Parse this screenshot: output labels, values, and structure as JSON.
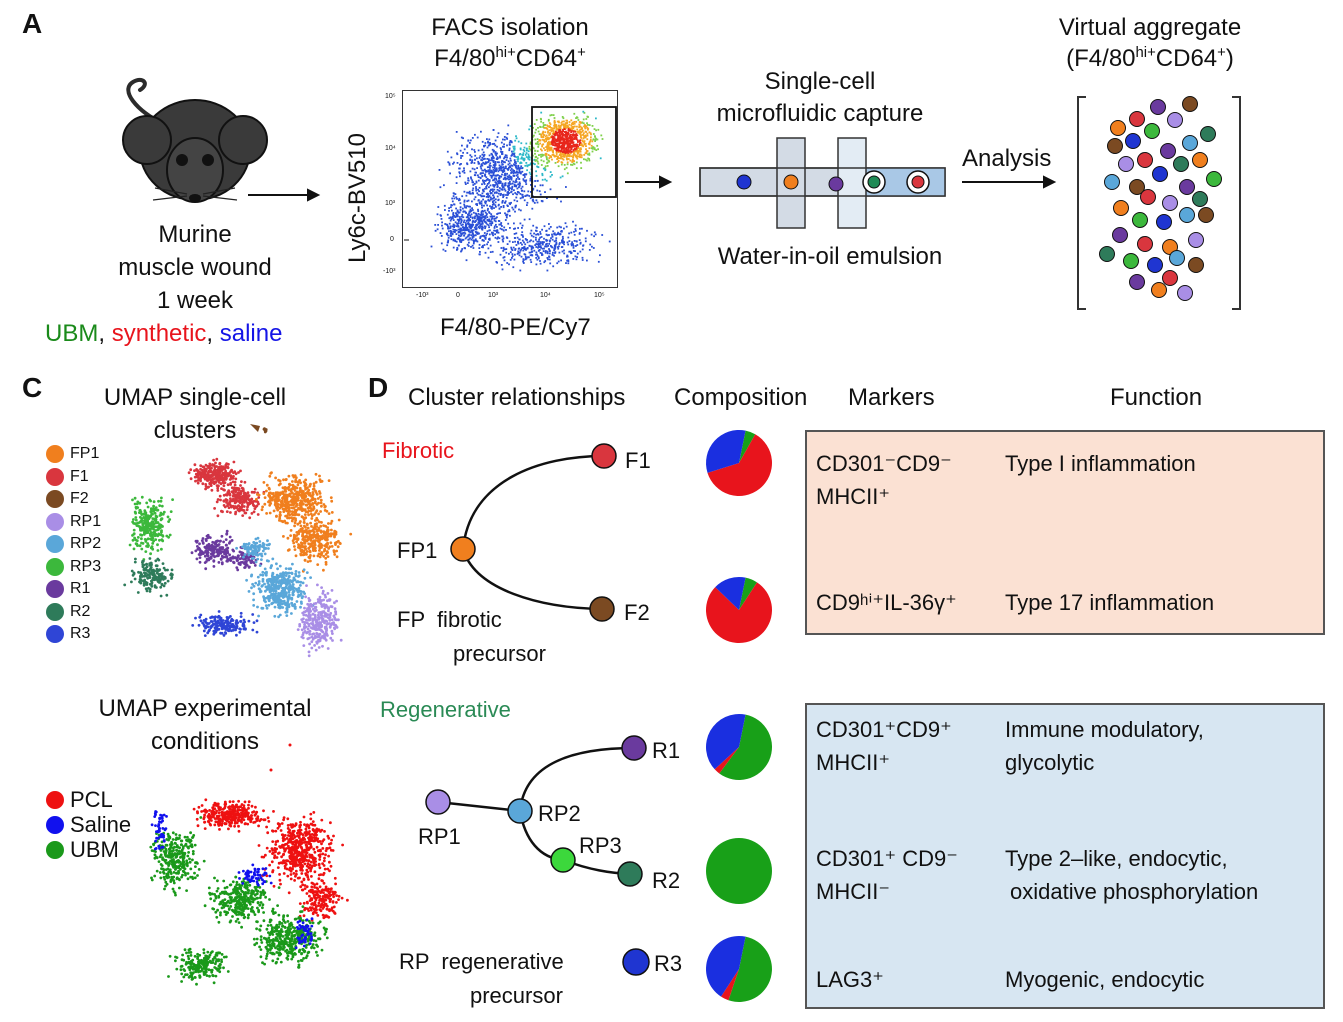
{
  "panel_a": {
    "letter": "A",
    "mouse_caption": [
      "Murine",
      "muscle wound",
      "1 week"
    ],
    "conditions": [
      {
        "label": "UBM",
        "color": "#1a8a1a"
      },
      {
        "label": "synthetic",
        "color": "#e8141c"
      },
      {
        "label": "saline",
        "color": "#1515e6"
      }
    ],
    "facs_title_1": "FACS isolation",
    "facs_title_2_pre": "F4/80",
    "facs_title_2_sup1": "hi+",
    "facs_title_2_mid": "CD64",
    "facs_title_2_sup2": "+",
    "facs_ylabel": "Ly6c-BV510",
    "facs_xlabel": "F4/80-PE/Cy7",
    "facs_yticks": [
      "10⁵",
      "10⁴",
      "10³",
      "0",
      "-10³"
    ],
    "facs_xticks": [
      "-10³",
      "0",
      "10³",
      "10⁴",
      "10⁵"
    ],
    "capture_title_1": "Single-cell",
    "capture_title_2": "microfluidic capture",
    "capture_caption": "Water-in-oil emulsion",
    "analysis_label": "Analysis",
    "aggregate_title_1": "Virtual aggregate",
    "aggregate_title_2_pre": "(F4/80",
    "aggregate_title_2_sup1": "hi+",
    "aggregate_title_2_mid": "CD64",
    "aggregate_title_2_sup2": "+",
    "aggregate_title_2_post": ")"
  },
  "panel_c": {
    "letter": "C",
    "umap1_title_1": "UMAP single-cell",
    "umap1_title_2": "clusters",
    "clusters": [
      {
        "label": "FP1",
        "color": "#f07f1e"
      },
      {
        "label": "F1",
        "color": "#d9363e"
      },
      {
        "label": "F2",
        "color": "#7b4a22"
      },
      {
        "label": "RP1",
        "color": "#a98ee6"
      },
      {
        "label": "RP2",
        "color": "#5aa7d9"
      },
      {
        "label": "RP3",
        "color": "#3cb83c"
      },
      {
        "label": "R1",
        "color": "#6a3a9e"
      },
      {
        "label": "R2",
        "color": "#2e7b5a"
      },
      {
        "label": "R3",
        "color": "#2f45d6"
      }
    ],
    "umap2_title_1": "UMAP experimental",
    "umap2_title_2": "conditions",
    "conditions": [
      {
        "label": "PCL",
        "color": "#ee1111"
      },
      {
        "label": "Saline",
        "color": "#1111ee"
      },
      {
        "label": "UBM",
        "color": "#1a991a"
      }
    ]
  },
  "panel_d": {
    "letter": "D",
    "col_headers": [
      "Cluster relationships",
      "Composition",
      "Markers",
      "Function"
    ],
    "fibrotic_label": "Fibrotic",
    "fibrotic_color": "#e8141c",
    "regenerative_label": "Regenerative",
    "regenerative_color": "#2a8a55",
    "fp_note_1": "FP  fibrotic",
    "fp_note_2": "precursor",
    "rp_note_1": "RP  regenerative",
    "rp_note_2": "precursor",
    "nodes": {
      "F1": "F1",
      "FP1": "FP1",
      "F2": "F2",
      "R1": "R1",
      "RP1": "RP1",
      "RP2": "RP2",
      "RP3": "RP3",
      "R2": "R2",
      "R3": "R3"
    },
    "compositions": [
      {
        "cluster": "F1",
        "red": 0.62,
        "blue": 0.33,
        "green": 0.05
      },
      {
        "cluster": "F2",
        "red": 0.78,
        "blue": 0.16,
        "green": 0.06
      },
      {
        "cluster": "R1",
        "red": 0.03,
        "blue": 0.4,
        "green": 0.57
      },
      {
        "cluster": "R2",
        "red": 0.0,
        "blue": 0.0,
        "green": 1.0
      },
      {
        "cluster": "R3",
        "red": 0.04,
        "blue": 0.44,
        "green": 0.52
      }
    ],
    "pie_colors": {
      "red": "#e8141c",
      "blue": "#1a2fe0",
      "green": "#18a018"
    },
    "fibrotic_box_color": "#fbe1d3",
    "regen_box_color": "#d7e6f2",
    "markers": {
      "f1_line1": "CD301⁻CD9⁻",
      "f1_line2": "MHCII⁺",
      "f2_line1": "CD9ʰⁱ⁺IL-36γ⁺",
      "r1_line1": "CD301⁺CD9⁺",
      "r1_line2": "MHCII⁺",
      "r2_line1": "CD301⁺ CD9⁻",
      "r2_line2": "MHCII⁻",
      "r3_line1": "LAG3⁺"
    },
    "functions": {
      "f1": "Type I inflammation",
      "f2": "Type 17 inflammation",
      "r1_line1": "Immune modulatory,",
      "r1_line2": "glycolytic",
      "r2_line1": "Type 2–like, endocytic,",
      "r2_line2": "oxidative phosphorylation",
      "r3": "Myogenic, endocytic"
    }
  }
}
